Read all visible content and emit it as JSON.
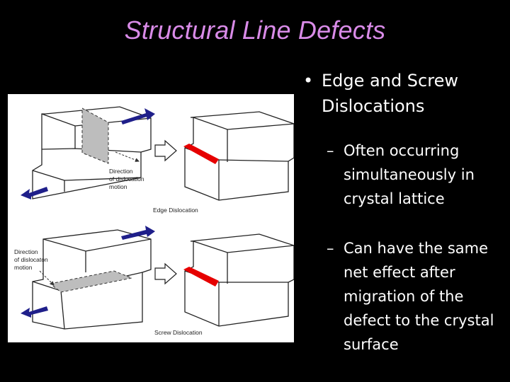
{
  "slide": {
    "title": "Structural Line Defects",
    "bullets": [
      {
        "text": "Edge and Screw Dislocations"
      }
    ],
    "sub_bullets": [
      {
        "text": "Often occurring simultaneously in crystal lattice"
      },
      {
        "text": "Can have the same net effect after migration of the defect to the crystal surface"
      }
    ]
  },
  "figure": {
    "edge_label": "Edge Dislocation",
    "screw_label": "Screw Dislocation",
    "direction_label_1": "Direction",
    "direction_label_2": "of dislocation",
    "direction_label_3": "motion",
    "direction_label_b1": "Direction",
    "direction_label_b2": "of dislocaton",
    "direction_label_b3": "motion",
    "colors": {
      "arrow": "#1f1f8a",
      "dislocation": "#e60000",
      "shading": "#bdbdbd"
    }
  }
}
